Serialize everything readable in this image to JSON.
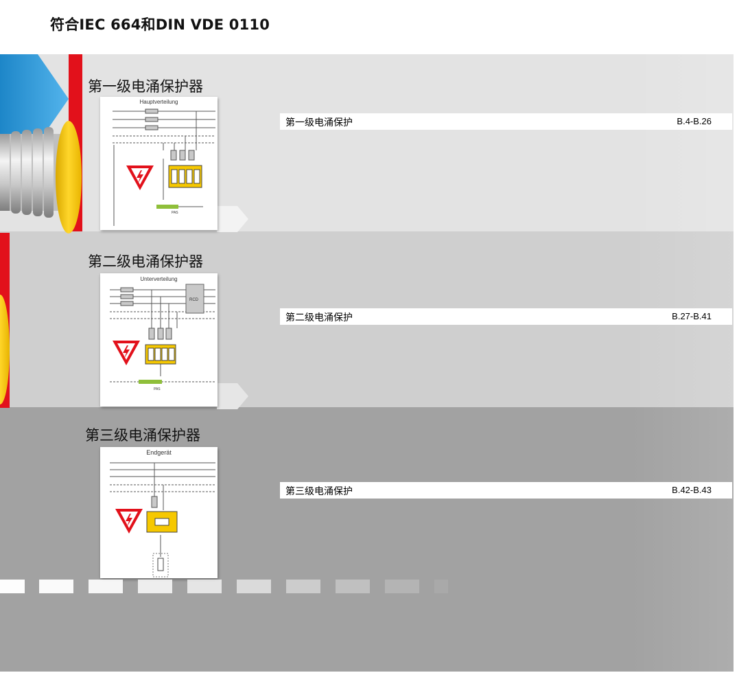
{
  "page": {
    "title": "符合IEC 664和DIN VDE 0110"
  },
  "stages": [
    {
      "title": "第一级电涌保护器",
      "diagram_title": "Hauptverteilung",
      "row_label": "第一级电涌保护",
      "page_range": "B.4-B.26"
    },
    {
      "title": "第二级电涌保护器",
      "diagram_title": "Unterverteilung",
      "row_label": "第二级电涌保护",
      "page_range": "B.27-B.41"
    },
    {
      "title": "第三级电涌保护器",
      "diagram_title": "Endgerät",
      "row_label": "第三级电涌保护",
      "page_range": "B.42-B.43"
    }
  ],
  "colors": {
    "accent_red": "#e2111b",
    "accent_yellow": "#f6c800",
    "accent_blue": "#2f9ad8",
    "band_light": "#e3e3e3",
    "band_mid": "#cfcfcf",
    "band_dark": "#a2a2a2"
  },
  "icons": [
    "lightning-warning-icon",
    "arrow-right-icon",
    "surge-cable-icon"
  ]
}
